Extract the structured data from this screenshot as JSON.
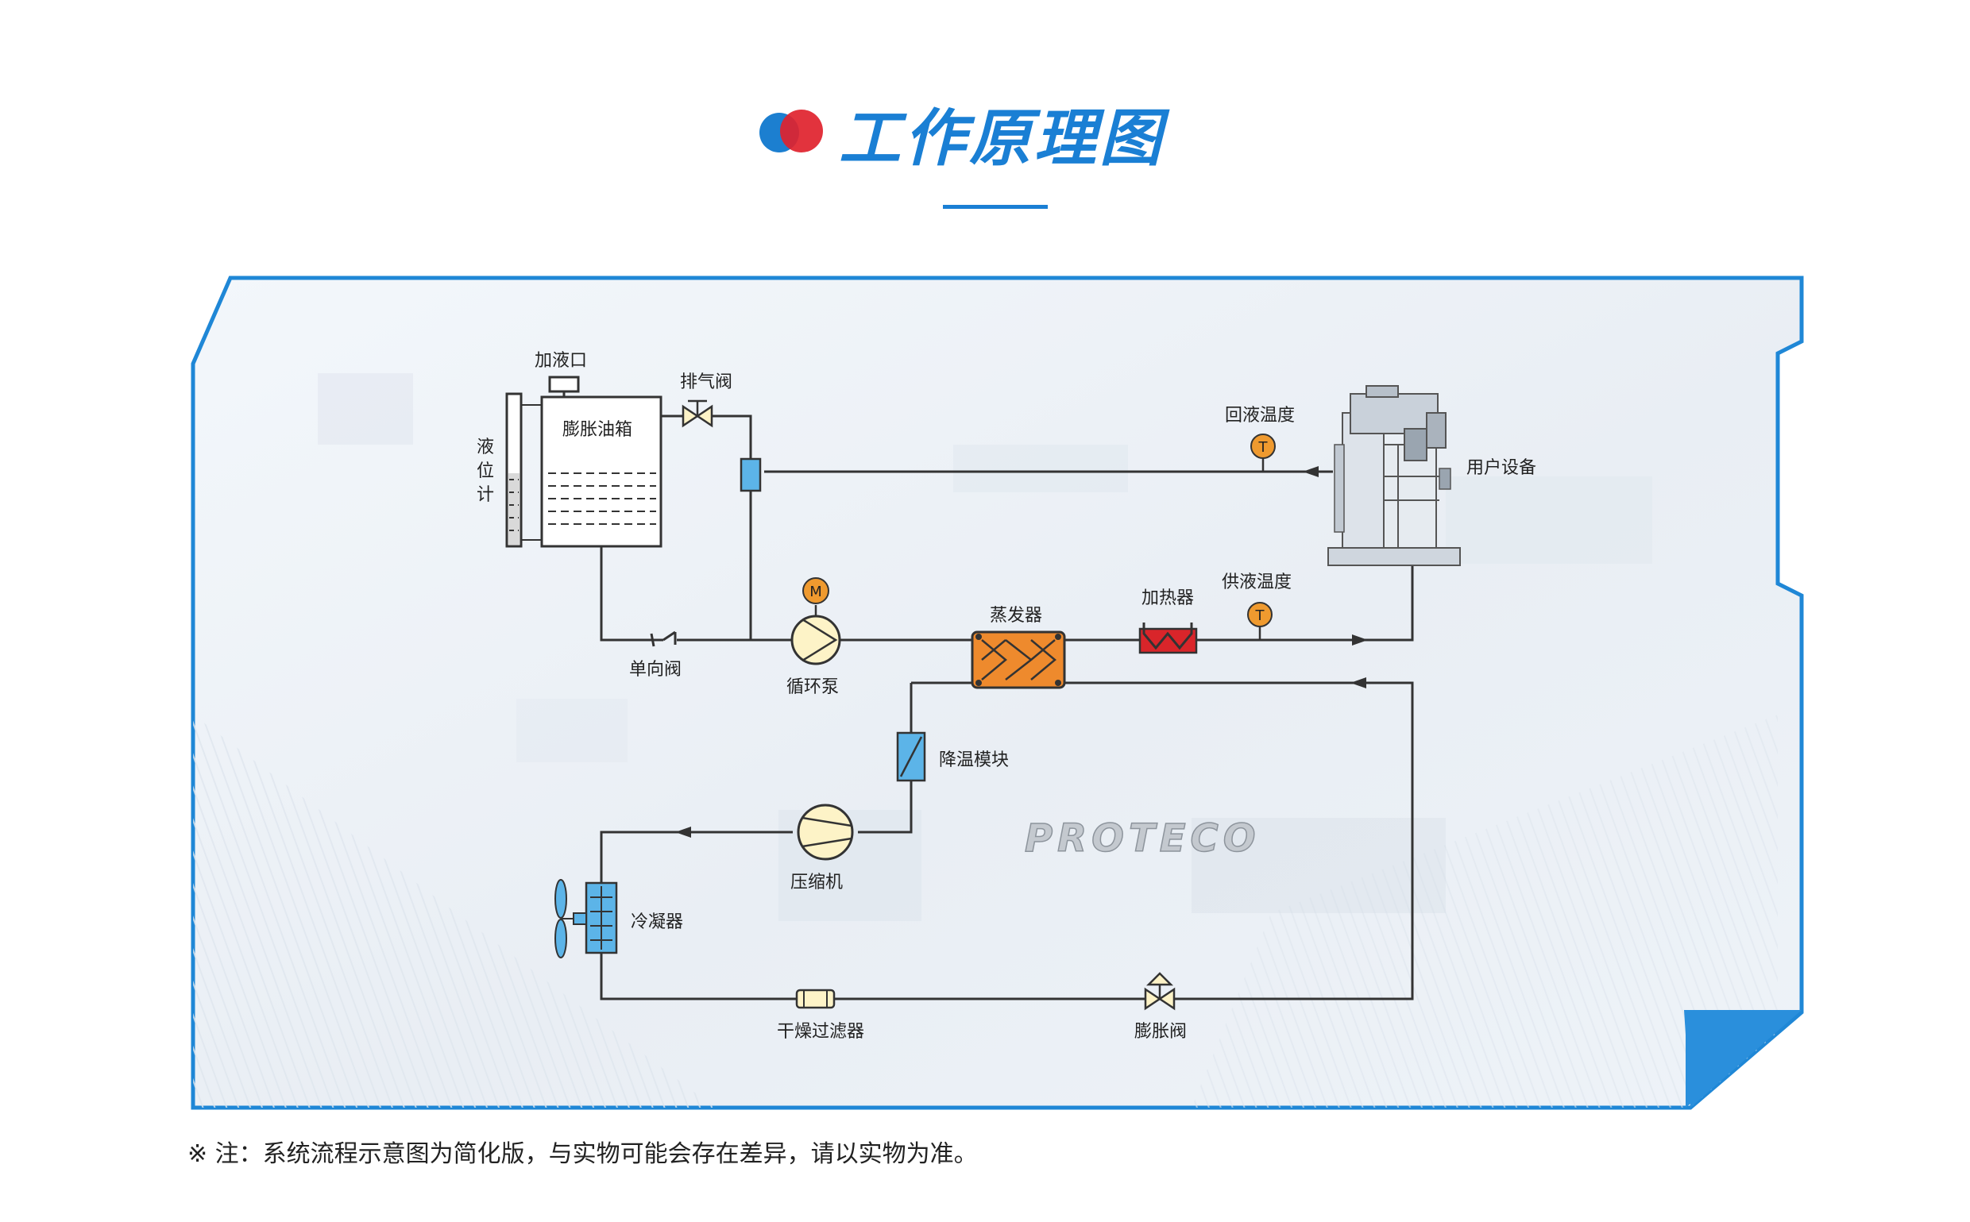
{
  "header": {
    "title": "工作原理图"
  },
  "diagram": {
    "labels": {
      "fill_port": "加液口",
      "vent_valve": "排气阀",
      "expansion_tank": "膨胀油箱",
      "level_gauge_1": "液",
      "level_gauge_2": "位",
      "level_gauge_3": "计",
      "return_temp": "回液温度",
      "user_equipment": "用户设备",
      "check_valve": "单向阀",
      "circulation_pump": "循环泵",
      "evaporator": "蒸发器",
      "heater": "加热器",
      "supply_temp": "供液温度",
      "cooling_module": "降温模块",
      "compressor": "压缩机",
      "condenser": "冷凝器",
      "dryer_filter": "干燥过滤器",
      "expansion_valve": "膨胀阀",
      "motor_symbol": "M",
      "temp_symbol_return": "T",
      "temp_symbol_supply": "T"
    },
    "logo": "PROTECO",
    "colors": {
      "frame": "#1f87d6",
      "evaporator": "#ee8a2d",
      "heater": "#d9252a",
      "sensor": "#ef9a2f",
      "pump": "#fdf3c7",
      "blue_component": "#5cb4e8"
    }
  },
  "footnote": "※ 注：系统流程示意图为简化版，与实物可能会存在差异，请以实物为准。"
}
